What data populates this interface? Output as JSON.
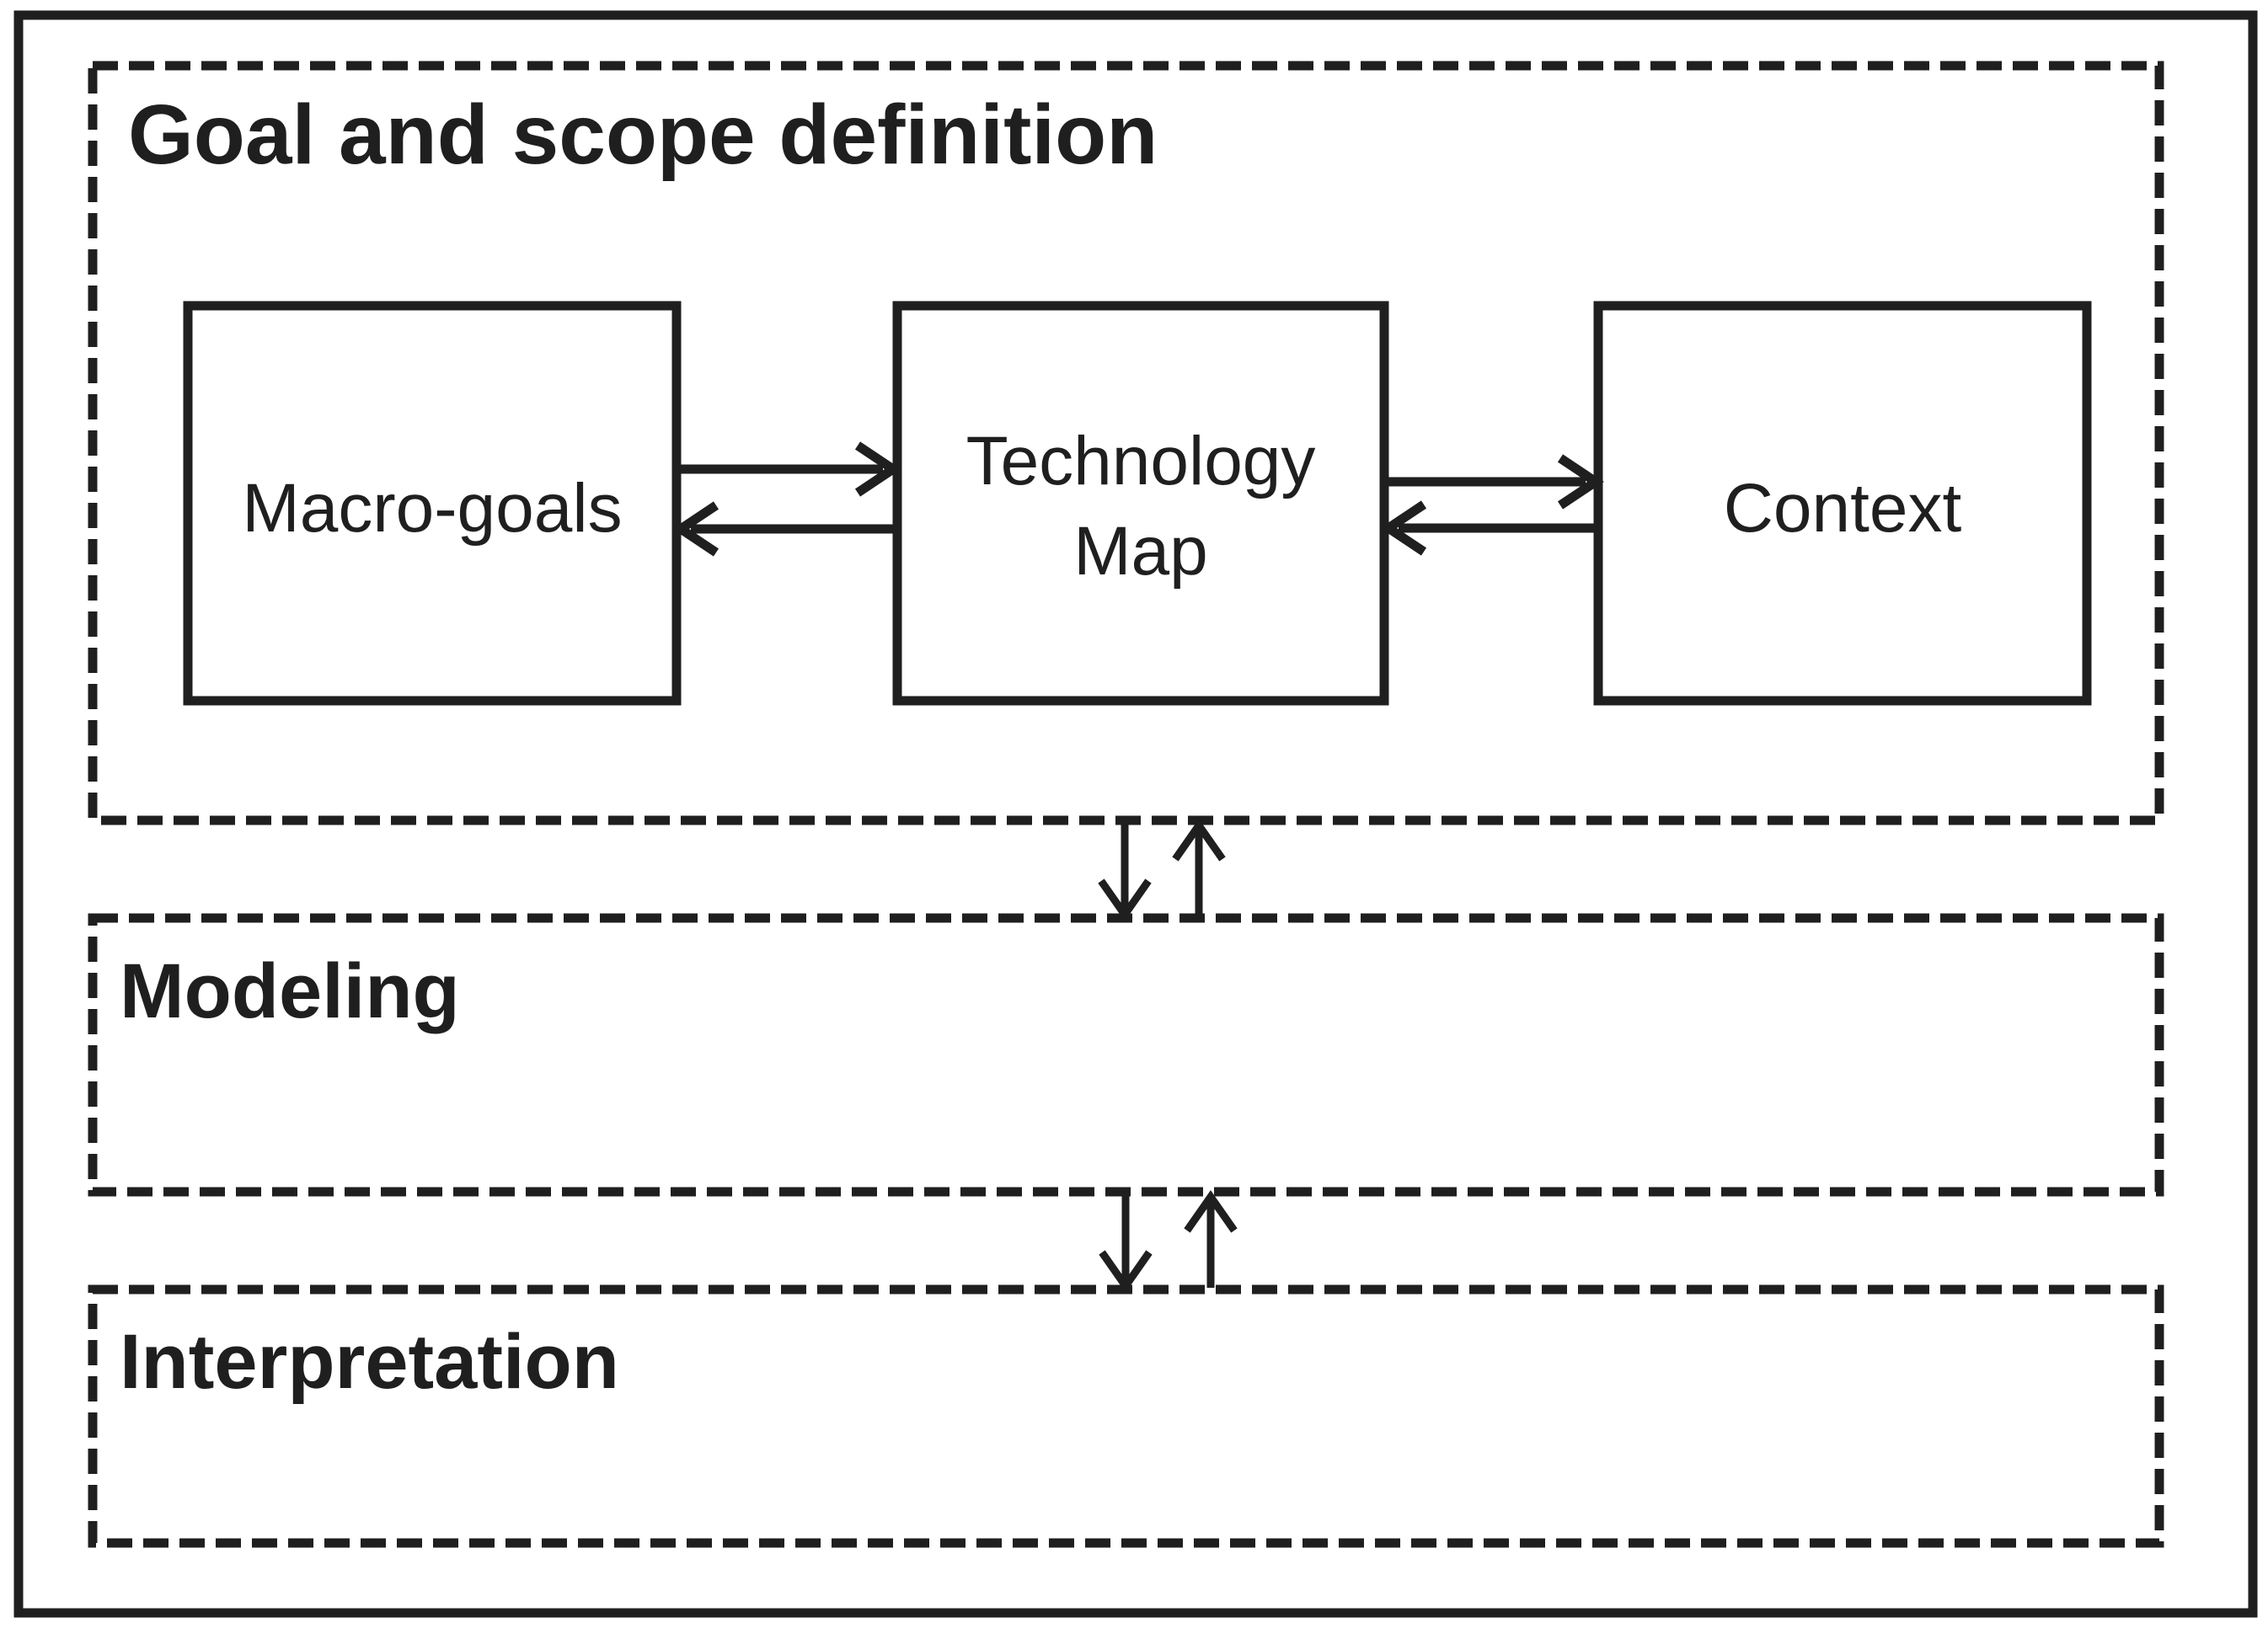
{
  "diagram": {
    "background_color": "#ffffff",
    "ink_color": "#1f1f1f",
    "sections": [
      {
        "id": "goal-scope",
        "title": "Goal and scope definition",
        "border_style": "dashed"
      },
      {
        "id": "modeling",
        "title": "Modeling",
        "border_style": "dashed"
      },
      {
        "id": "interpretation",
        "title": "Interpretation",
        "border_style": "dashed"
      }
    ],
    "boxes": [
      {
        "id": "macro-goals",
        "label": "Macro-goals",
        "lines": [
          "Macro-goals"
        ],
        "section": "Goal and scope definition"
      },
      {
        "id": "technology-map",
        "label": "Technology Map",
        "lines": [
          "Technology",
          "Map"
        ],
        "section": "Goal and scope definition"
      },
      {
        "id": "context",
        "label": "Context",
        "lines": [
          "Context"
        ],
        "section": "Goal and scope definition"
      }
    ],
    "connections": [
      {
        "from": "Macro-goals",
        "to": "Technology Map",
        "type": "bidirectional",
        "style": "two parallel horizontal arrows"
      },
      {
        "from": "Technology Map",
        "to": "Context",
        "type": "bidirectional",
        "style": "two parallel horizontal arrows"
      },
      {
        "from": "Goal and scope definition",
        "to": "Modeling",
        "type": "bidirectional",
        "style": "two parallel vertical arrows"
      },
      {
        "from": "Modeling",
        "to": "Interpretation",
        "type": "bidirectional",
        "style": "two parallel vertical arrows"
      }
    ]
  }
}
